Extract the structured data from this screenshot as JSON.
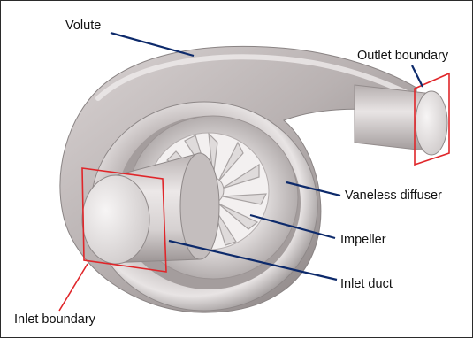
{
  "labels": {
    "volute": "Volute",
    "outlet_boundary": "Outlet boundary",
    "vaneless_diffuser": "Vaneless diffuser",
    "impeller": "Impeller",
    "inlet_duct": "Inlet duct",
    "inlet_boundary": "Inlet boundary"
  },
  "colors": {
    "leader_line": "#0d2a6b",
    "boundary": "#e0262a",
    "surface_light": "#f2efef",
    "surface_mid": "#cbc6c6",
    "surface_dark": "#8a8484"
  }
}
